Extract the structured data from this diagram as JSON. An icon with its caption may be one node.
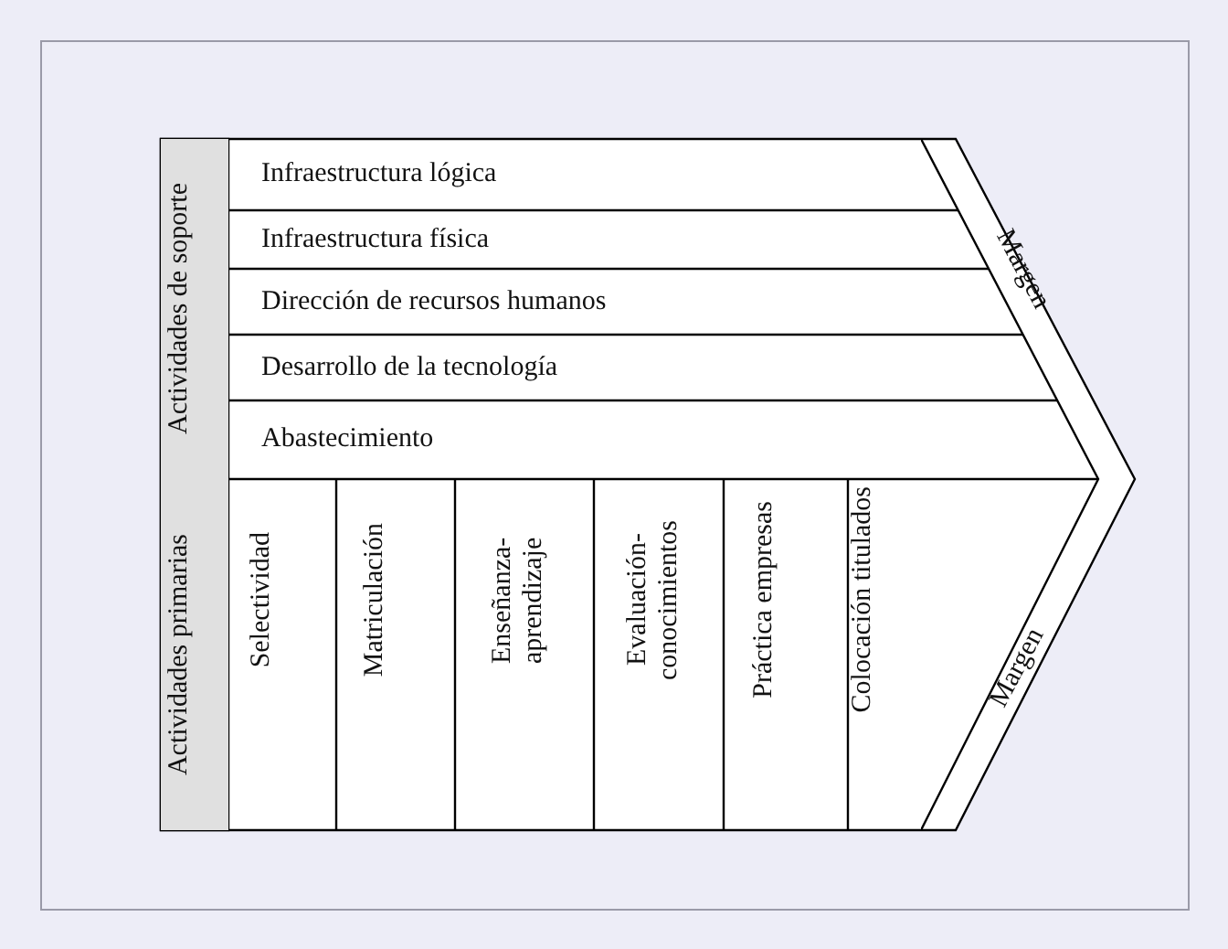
{
  "diagram": {
    "nodes": [
      {
        "text": [
          "Actividades de soporte"
        ]
      },
      {
        "text": [
          "Infraestructura lógica"
        ]
      },
      {
        "text": [
          "Infraestructura física"
        ]
      },
      {
        "text": [
          "Dirección de recursos humanos"
        ]
      },
      {
        "text": [
          "Desarrollo de la tecnología"
        ]
      },
      {
        "text": [
          "Abastecimiento"
        ]
      },
      {
        "text": [
          "Actividades primarias"
        ]
      },
      {
        "text": [
          "Selectividad"
        ]
      },
      {
        "text": [
          "Matriculación"
        ]
      },
      {
        "text": [
          "Enseñanza- aprendizaje"
        ]
      },
      {
        "text": [
          "Evaluación- conocimientos"
        ]
      },
      {
        "text": [
          "Práctica empresas"
        ]
      },
      {
        "text": [
          "Colocación titulados"
        ]
      },
      {
        "text": [
          "Margen",
          "Margen"
        ]
      }
    ],
    "edges": []
  }
}
